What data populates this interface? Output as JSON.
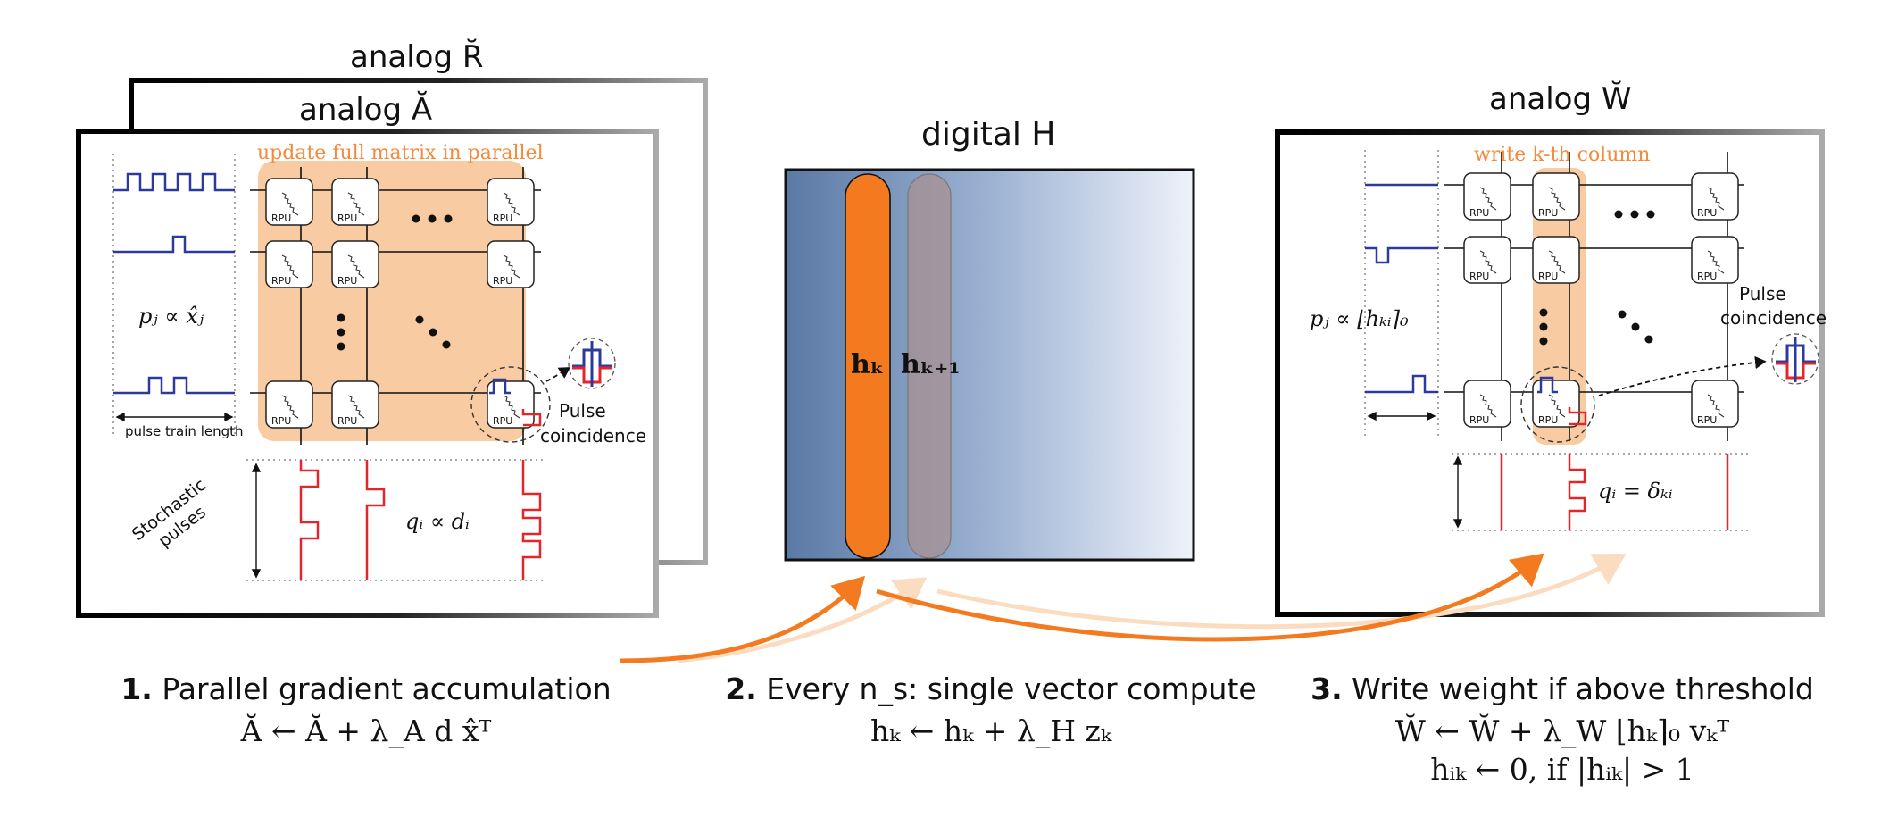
{
  "panels": {
    "left": {
      "back_title": "analog R̆",
      "front_title": "analog Ă",
      "region_label": "update full matrix in parallel",
      "row_prob_label": "pⱼ ∝ x̂ⱼ",
      "col_prob_label": "qᵢ ∝ dᵢ",
      "pulse_train_label": "pulse train length",
      "stochastic_label": "Stochastic pulses",
      "coincidence_label": "Pulse coincidence",
      "cell_label": "RPU"
    },
    "middle": {
      "title": "digital H",
      "col_k_label": "hₖ",
      "col_k1_label": "hₖ₊₁"
    },
    "right": {
      "title": "analog W̆",
      "region_label": "write k-th column",
      "row_prob_label": "pⱼ ∝ ⌊hₖᵢ⌉₀",
      "col_prob_label": "qᵢ = δₖᵢ",
      "coincidence_label": "Pulse coincidence",
      "cell_label": "RPU"
    }
  },
  "steps": [
    {
      "number": "1.",
      "text": "Parallel gradient accumulation",
      "equations": [
        "Ă ← Ă + λ_A d x̂ᵀ"
      ]
    },
    {
      "number": "2.",
      "text": "Every n_s: single vector compute",
      "equations": [
        "hₖ ← hₖ + λ_H zₖ"
      ]
    },
    {
      "number": "3.",
      "text": "Write weight if above threshold",
      "equations": [
        "W̆ ← W̆ + λ_W ⌊hₖ⌉₀ vₖᵀ",
        "hᵢₖ ←  0,   if |hᵢₖ| > 1"
      ]
    }
  ],
  "colors": {
    "orange": "#f47a20",
    "orange_region": "#f9cba3",
    "blue_pulse": "#2d3a9c",
    "red_pulse": "#e3262a",
    "matrix_dark": "#5b7aa6",
    "matrix_light": "#eef2fa"
  }
}
